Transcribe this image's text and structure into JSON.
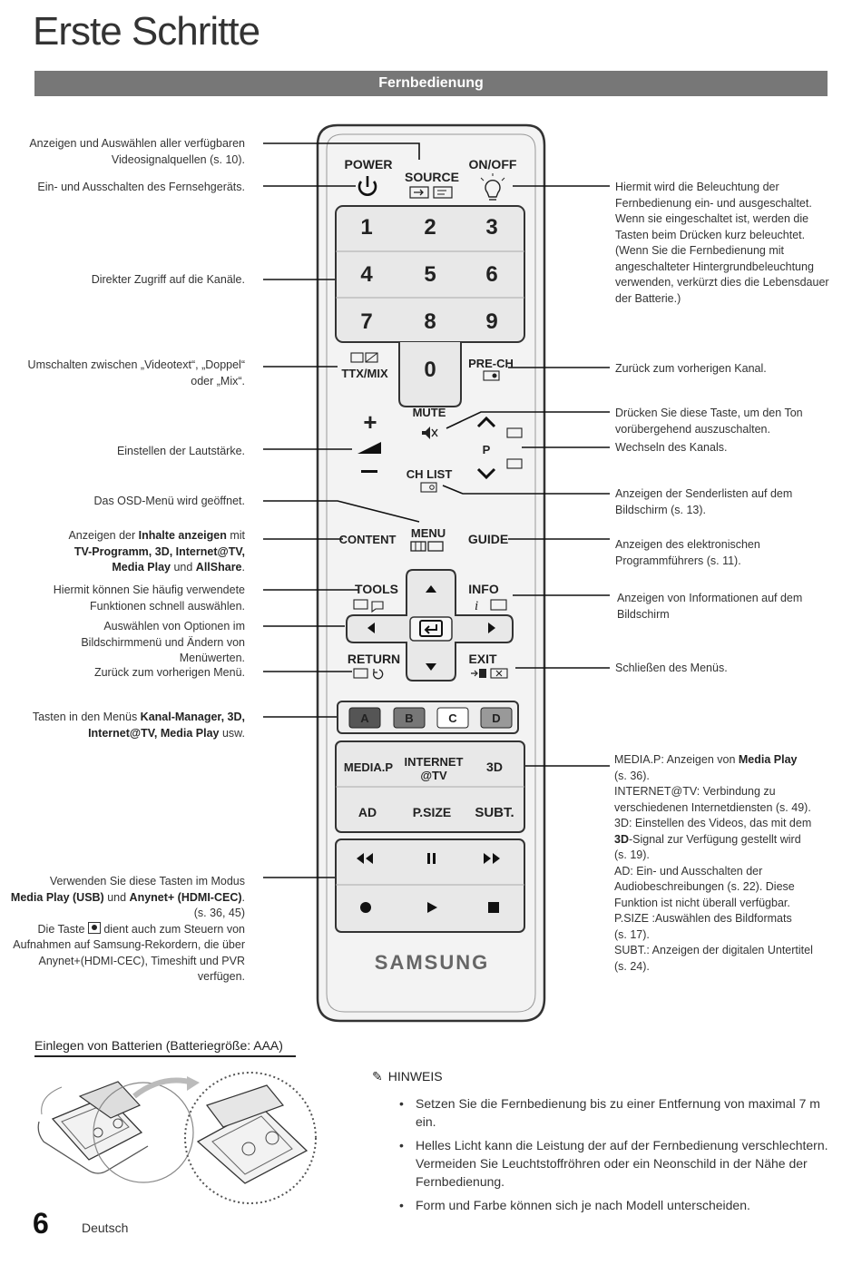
{
  "header": {
    "title": "Erste Schritte",
    "section": "Fernbedienung"
  },
  "remote": {
    "labels": {
      "power": "POWER",
      "source": "SOURCE",
      "onoff": "ON/OFF",
      "n1": "1",
      "n2": "2",
      "n3": "3",
      "n4": "4",
      "n5": "5",
      "n6": "6",
      "n7": "7",
      "n8": "8",
      "n9": "9",
      "n0": "0",
      "ttx": "TTX/MIX",
      "prech": "PRE-CH",
      "mute": "MUTE",
      "p": "P",
      "chlist": "CH LIST",
      "content": "CONTENT",
      "menu": "MENU",
      "guide": "GUIDE",
      "tools": "TOOLS",
      "info": "INFO",
      "return": "RETURN",
      "exit": "EXIT",
      "a": "A",
      "b": "B",
      "c": "C",
      "d": "D",
      "mediap": "MEDIA.P",
      "internet1": "INTERNET",
      "internet2": "@TV",
      "3d": "3D",
      "ad": "AD",
      "psize": "P.SIZE",
      "subt": "SUBT.",
      "brand": "SAMSUNG"
    },
    "icons": [
      "power-icon",
      "source-icon",
      "bulb-icon",
      "ttx-icon",
      "prech-icon",
      "mute-icon",
      "volume-up-icon",
      "volume-down-icon",
      "channel-up-icon",
      "channel-down-icon",
      "chlist-icon",
      "menu-icon",
      "tools-icon",
      "info-icon",
      "return-icon",
      "exit-icon",
      "enter-icon",
      "rewind-icon",
      "pause-icon",
      "forward-icon",
      "record-icon",
      "play-icon",
      "stop-icon"
    ]
  },
  "annotations": {
    "left": {
      "source": [
        "Anzeigen und Auswählen aller verfügbaren",
        "Videosignalquellen (s. 10)."
      ],
      "power": "Ein- und Ausschalten des Fernsehgeräts.",
      "channels": "Direkter Zugriff auf die Kanäle.",
      "ttx": [
        "Umschalten zwischen „Videotext“, „Doppel“",
        "oder „Mix“."
      ],
      "volume": "Einstellen der Lautstärke.",
      "menu": "Das OSD-Menü wird geöffnet.",
      "content": {
        "l1a": "Anzeigen der ",
        "l1b": "Inhalte anzeigen",
        "l1c": " mit",
        "l2": "TV-Programm, 3D, Internet@TV,",
        "l3a": "Media Play",
        "l3b": " und ",
        "l3c": "AllShare",
        "l3d": "."
      },
      "tools": [
        "Hiermit können Sie häufig verwendete",
        "Funktionen schnell auswählen."
      ],
      "nav": [
        "Auswählen von Optionen im",
        "Bildschirmmenü und Ändern von",
        "Menüwerten."
      ],
      "return": "Zurück zum vorherigen Menü.",
      "colors": {
        "l1a": "Tasten in den Menüs ",
        "l1b": "Kanal-Manager, 3D,",
        "l2a": "Internet@TV, Media Play",
        "l2b": " usw."
      },
      "media": {
        "l1": "Verwenden Sie diese Tasten im Modus",
        "l2a": "Media Play (USB)",
        "l2b": " und ",
        "l2c": "Anynet+ (HDMI-CEC)",
        "l2d": ".",
        "l3": "(s. 36, 45)",
        "l4a": "Die Taste ",
        "l4b": " dient auch zum Steuern von",
        "l5": "Aufnahmen auf Samsung-Rekordern, die über",
        "l6": "Anynet+(HDMI-CEC), Timeshift und PVR verfügen."
      }
    },
    "right": {
      "onoff": [
        "Hiermit wird die Beleuchtung der",
        "Fernbedienung ein- und ausgeschaltet.",
        "Wenn sie eingeschaltet ist, werden die",
        "Tasten beim Drücken kurz beleuchtet.",
        "(Wenn Sie die Fernbedienung mit",
        "angeschalteter Hintergrundbeleuchtung",
        "verwenden, verkürzt dies die Lebensdauer",
        "der Batterie.)"
      ],
      "prech": "Zurück zum vorherigen Kanal.",
      "mute": [
        "Drücken Sie diese Taste, um den Ton",
        "vorübergehend auszuschalten."
      ],
      "channel": "Wechseln des Kanals.",
      "chlist": [
        "Anzeigen der Senderlisten auf dem",
        "Bildschirm (s. 13)."
      ],
      "guide": [
        "Anzeigen des elektronischen",
        "Programmführers (s. 11)."
      ],
      "info": [
        "Anzeigen von Informationen auf dem",
        "Bildschirm"
      ],
      "exit": "Schließen des Menüs.",
      "media": {
        "l1a": "MEDIA.P: Anzeigen von ",
        "l1b": "Media Play",
        "l2": "(s. 36).",
        "l3": "INTERNET@TV: Verbindung zu",
        "l4": "verschiedenen Internetdiensten (s. 49).",
        "l5": "3D: Einstellen des Videos, das mit dem",
        "l6a": "3D",
        "l6b": "-Signal zur Verfügung gestellt wird",
        "l7": "(s. 19).",
        "l8": "AD: Ein- und Ausschalten der",
        "l9": "Audiobeschreibungen (s. 22). Diese",
        "l10": "Funktion ist nicht überall verfügbar.",
        "l11": "P.SIZE :Auswählen des Bildformats",
        "l12": "(s. 17).",
        "l13": "SUBT.: Anzeigen der digitalen Untertitel",
        "l14": "(s. 24)."
      }
    }
  },
  "batteries": {
    "heading": "Einlegen von Batterien (Batteriegröße: AAA)"
  },
  "note": {
    "heading": "HINWEIS",
    "bullets": [
      "Setzen Sie die Fernbedienung bis zu einer Entfernung von maximal 7 m ein.",
      "Helles Licht kann die Leistung der auf der Fernbedienung verschlechtern. Vermeiden Sie Leuchtstoffröhren oder ein Neonschild in der Nähe der Fernbedienung.",
      "Form und Farbe können sich je nach Modell unterscheiden."
    ]
  },
  "footer": {
    "page": "6",
    "language": "Deutsch"
  }
}
